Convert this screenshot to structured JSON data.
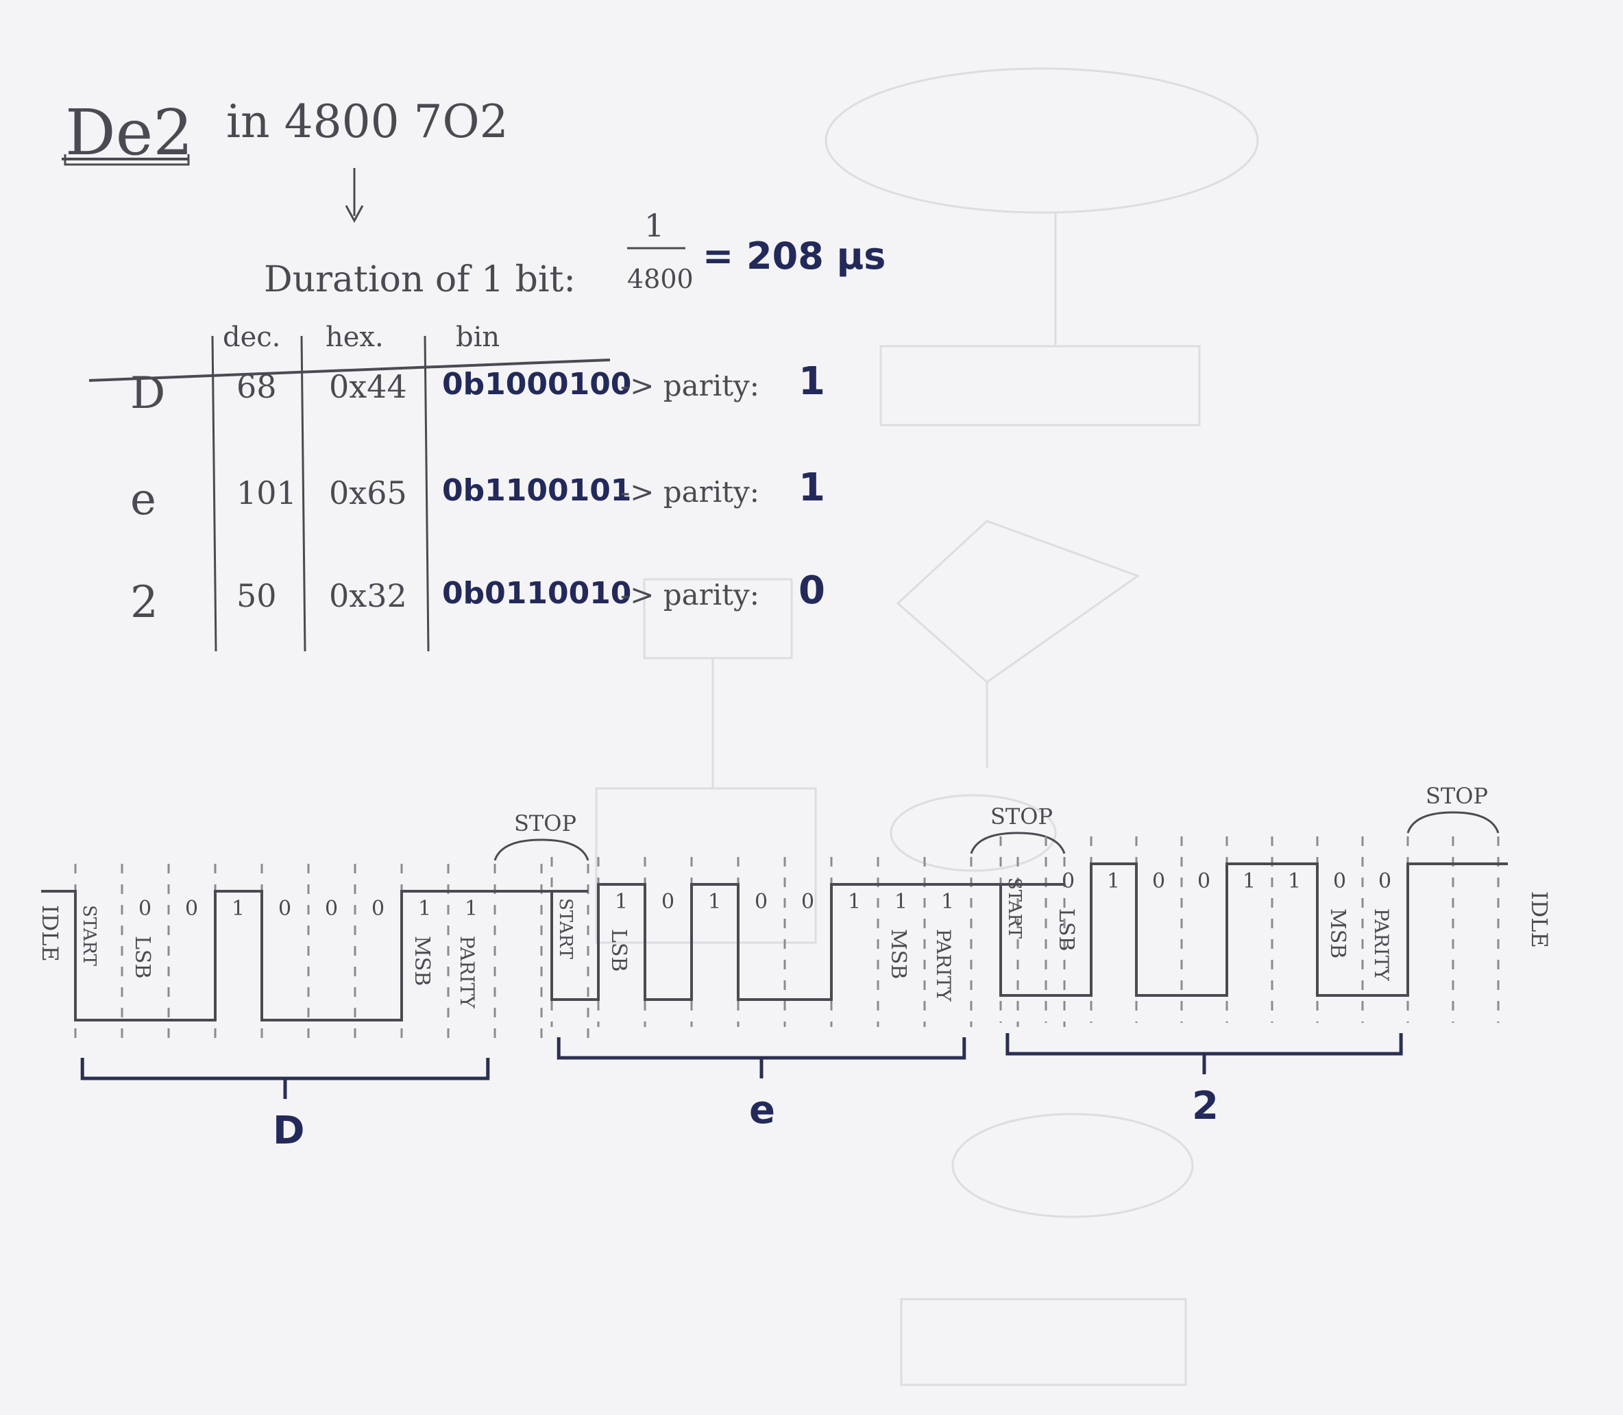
{
  "title": "De2",
  "subtitle": "in 4800 7O2",
  "duration": {
    "label": "Duration of 1 bit:",
    "fraction_num": "1",
    "fraction_den": "4800",
    "result": "= 208 µs"
  },
  "table": {
    "headers": [
      "dec.",
      "hex.",
      "bin"
    ],
    "rows": [
      {
        "char": "D",
        "dec": "68",
        "hex": "0x44",
        "bin": "0b1000100",
        "parity_label": "-> parity:",
        "parity": "1"
      },
      {
        "char": "e",
        "dec": "101",
        "hex": "0x65",
        "bin": "0b1100101",
        "parity_label": "-> parity:",
        "parity": "1"
      },
      {
        "char": "2",
        "dec": "50",
        "hex": "0x32",
        "bin": "0b0110010",
        "parity_label": "-> parity:",
        "parity": "0"
      }
    ]
  },
  "waveform": {
    "idle_left": "IDLE",
    "idle_right": "IDLE",
    "labels": {
      "start": "START",
      "lsb": "LSB",
      "msb": "MSB",
      "parity": "PARITY",
      "stop": "STOP"
    },
    "frames": [
      {
        "char": "D",
        "bits": [
          "0",
          "0",
          "1",
          "0",
          "0",
          "0",
          "1",
          "1"
        ],
        "levels": [
          0,
          0,
          0,
          1,
          0,
          0,
          0,
          1,
          1,
          1,
          1
        ]
      },
      {
        "char": "e",
        "bits": [
          "1",
          "0",
          "1",
          "0",
          "0",
          "1",
          "1",
          "1"
        ],
        "levels": [
          0,
          1,
          0,
          1,
          0,
          0,
          1,
          1,
          1,
          1,
          1
        ]
      },
      {
        "char": "2",
        "bits": [
          "0",
          "1",
          "0",
          "0",
          "1",
          "1",
          "0",
          "0"
        ],
        "levels": [
          0,
          0,
          1,
          0,
          0,
          1,
          1,
          0,
          0,
          1,
          1
        ]
      }
    ]
  }
}
